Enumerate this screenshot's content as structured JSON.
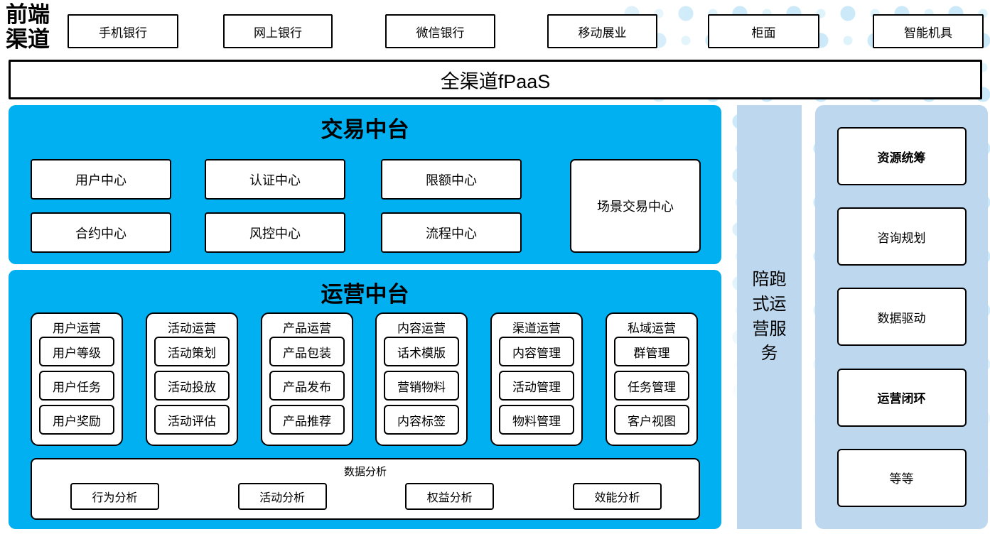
{
  "frontend_channels": {
    "label_line1": "前端",
    "label_line2": "渠道",
    "items": [
      "手机银行",
      "网上银行",
      "微信银行",
      "移动展业",
      "柜面",
      "智能机具"
    ]
  },
  "fpaas": {
    "label": "全渠道fPaaS"
  },
  "transaction_platform": {
    "title": "交易中台",
    "centers": [
      "用户中心",
      "认证中心",
      "限额中心",
      "合约中心",
      "风控中心",
      "流程中心"
    ],
    "scenario_center": "场景交易中心"
  },
  "operation_platform": {
    "title": "运营中台",
    "groups": [
      {
        "title": "用户运营",
        "items": [
          "用户等级",
          "用户任务",
          "用户奖励"
        ]
      },
      {
        "title": "活动运营",
        "items": [
          "活动策划",
          "活动投放",
          "活动评估"
        ]
      },
      {
        "title": "产品运营",
        "items": [
          "产品包装",
          "产品发布",
          "产品推荐"
        ]
      },
      {
        "title": "内容运营",
        "items": [
          "话术模版",
          "营销物料",
          "内容标签"
        ]
      },
      {
        "title": "渠道运营",
        "items": [
          "内容管理",
          "活动管理",
          "物料管理"
        ]
      },
      {
        "title": "私域运营",
        "items": [
          "群管理",
          "任务管理",
          "客户视图"
        ]
      }
    ],
    "data_analysis": {
      "title": "数据分析",
      "items": [
        "行为分析",
        "活动分析",
        "权益分析",
        "效能分析"
      ]
    }
  },
  "side_service": {
    "label": "陪跑式运营服务"
  },
  "right_panel": {
    "items": [
      {
        "label": "资源统筹"
      },
      {
        "label": "咨询规划"
      },
      {
        "label": "数据驱动"
      },
      {
        "label": "运营闭环"
      },
      {
        "label": "等等"
      }
    ]
  },
  "colors": {
    "bright_blue": "#00B0F0",
    "light_blue": "#BDD7EE",
    "dot_blue": "#CBE9F8",
    "border": "#000000"
  }
}
